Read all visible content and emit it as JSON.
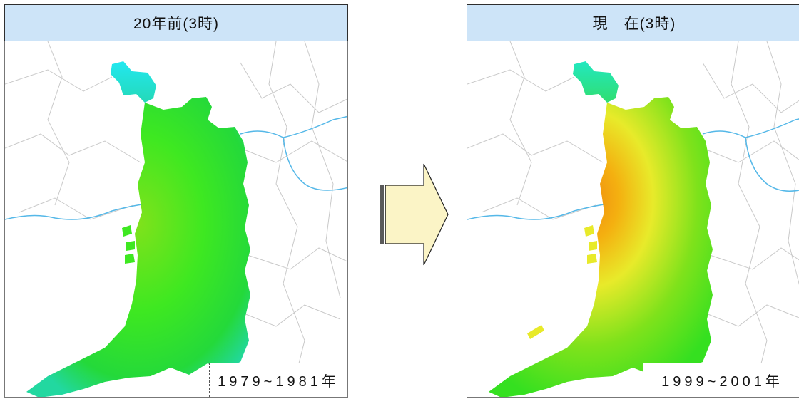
{
  "panels": [
    {
      "title": "20年前(3時)",
      "year_range": "1979~1981年"
    },
    {
      "title": "現　在(3時)",
      "year_range": "1999~2001年"
    }
  ],
  "colors": {
    "title_background": "#cde4f8",
    "ocean": "#ffffff",
    "river": "#55b8e8",
    "boundary": "#c9c9c9",
    "arrow_fill": "#fbf4c6",
    "past_heat": [
      "#22e8f0",
      "#24d93a",
      "#3ee821",
      "#7fe21b"
    ],
    "present_heat": [
      "#22e8c0",
      "#35e020",
      "#e8ea2a",
      "#f4b010",
      "#f08a10"
    ]
  },
  "icons": {
    "arrow": "right-block-arrow-icon"
  }
}
